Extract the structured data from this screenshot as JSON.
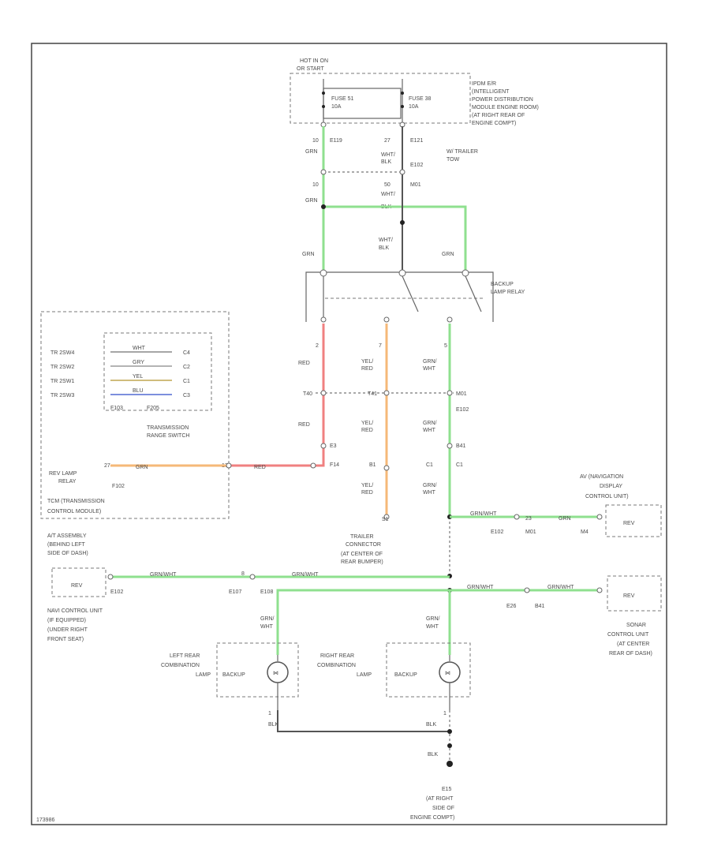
{
  "colors": {
    "grn": "#8fe08f",
    "red": "#f08080",
    "yel_red": "#f5b878",
    "wire_dark": "#555555"
  },
  "power": {
    "hot": "HOT IN ON",
    "or_start": "OR START",
    "fuse_left": "FUSE 51",
    "fuse_left_amp": "10A",
    "fuse_right": "FUSE 38",
    "fuse_right_amp": "10A",
    "ipdm_lines": [
      "IPDM E/R",
      "(INTELLIGENT",
      "POWER DISTRIBUTION",
      "MODULE ENGINE ROOM)",
      "(AT RIGHT REAR OF",
      "ENGINE COMPT)"
    ],
    "pin_left": "10",
    "conn_left": "E119",
    "pin_right": "27",
    "conn_right": "E121",
    "wt_trailer": "W/ TRAILER",
    "tow": "TOW",
    "grn": "GRN",
    "wht_blk": "WHT/",
    "blk": "BLK",
    "e102": "E102",
    "m01": "M01",
    "pin_10": "10",
    "pin_50": "50"
  },
  "relay": {
    "label_line1": "BACKUP",
    "label_line2": "LAMP RELAY",
    "pin_2": "2",
    "pin_7": "7",
    "pin_5": "5"
  },
  "wires": {
    "red": "RED",
    "yel": "YEL/",
    "red2": "RED",
    "grn": "GRN/",
    "wht": "WHT",
    "t40": "T40",
    "t41": "T41",
    "m01": "M01",
    "e102": "E102",
    "e3": "E3",
    "f14": "F14",
    "b41": "B41",
    "b1": "B1",
    "c1": "C1",
    "ct": "C1",
    "s1": "S1"
  },
  "trans": {
    "rows": [
      {
        "name": "TR 2SW4",
        "color": "WHT",
        "pin": "C4"
      },
      {
        "name": "TR 2SW2",
        "color": "GRY",
        "pin": "C2"
      },
      {
        "name": "TR 2SW1",
        "color": "YEL",
        "pin": "C1"
      },
      {
        "name": "TR 2SW3",
        "color": "BLU",
        "pin": "C3"
      }
    ],
    "f103": "F103",
    "f205": "F205",
    "range_line1": "TRANSMISSION",
    "range_line2": "RANGE SWITCH",
    "rev_lamp_line1": "REV LAMP",
    "rev_lamp_line2": "RELAY",
    "f102": "F102",
    "tcm_line1": "TCM (TRANSMISSION",
    "tcm_line2": "CONTROL MODULE)",
    "grn": "GRN",
    "red": "RED",
    "pin_27": "27",
    "pin_17": "17"
  },
  "trailer": {
    "line1": "TRAILER",
    "line2": "CONNECTOR",
    "line3": "(AT CENTER OF",
    "line4": "REAR BUMPER)"
  },
  "av": {
    "line1": "AV (NAVIGATION",
    "line2": "DISPLAY",
    "line3": "CONTROL UNIT)",
    "grn_wht": "GRN/WHT",
    "grn": "GRN",
    "rev": "REV",
    "e102": "E102",
    "m01": "M01",
    "m4": "M4",
    "pin": "23"
  },
  "at_assembly": {
    "lines": [
      "A/T ASSEMBLY",
      "(BEHIND LEFT",
      "SIDE OF DASH)"
    ]
  },
  "navi": {
    "rev": "REV",
    "e102": "E102",
    "lines": [
      "NAVI CONTROL UNIT",
      "(IF EQUIPPED)",
      "(UNDER RIGHT",
      "FRONT SEAT)"
    ],
    "grn_wht": "GRN/WHT",
    "grn_wht2": "GRN/WHT",
    "e107": "E107",
    "e108": "E108",
    "pin_8": "8"
  },
  "sonar": {
    "rev": "REV",
    "grn_wht": "GRN/WHT",
    "grn_wht2": "GRN/WHT",
    "e26": "E26",
    "b41": "B41",
    "lines": [
      "SONAR",
      "CONTROL UNIT",
      "(AT CENTER",
      "REAR OF DASH)"
    ]
  },
  "lamps": {
    "left_lines": [
      "LEFT REAR",
      "COMBINATION",
      "LAMP"
    ],
    "right_lines": [
      "RIGHT REAR",
      "COMBINATION",
      "LAMP"
    ],
    "backup": "BACKUP",
    "grn": "GRN/",
    "wht": "WHT",
    "blk": "BLK",
    "pin_1": "1"
  },
  "ground": {
    "name": "E15",
    "lines": [
      "(AT RIGHT",
      "SIDE OF",
      "ENGINE COMPT)"
    ],
    "blk": "BLK"
  },
  "footer": {
    "code": "173986"
  }
}
